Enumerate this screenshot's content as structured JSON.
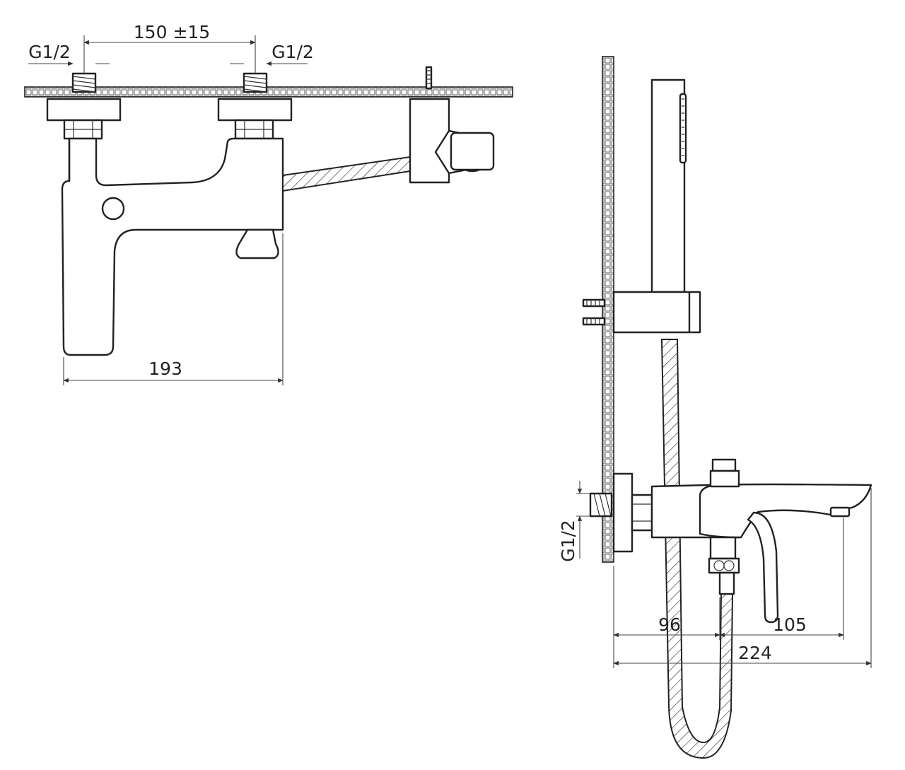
{
  "front_view": {
    "dim_inlet_left": "G1/2",
    "dim_centers": "150 ±15",
    "dim_inlet_right": "G1/2",
    "dim_body_width": "193"
  },
  "side_view": {
    "dim_inlet": "G1/2",
    "dim_spout_base": "96",
    "dim_spout_reach": "105",
    "dim_total_depth": "224"
  },
  "colors": {
    "line": "#222222",
    "background": "#ffffff"
  }
}
